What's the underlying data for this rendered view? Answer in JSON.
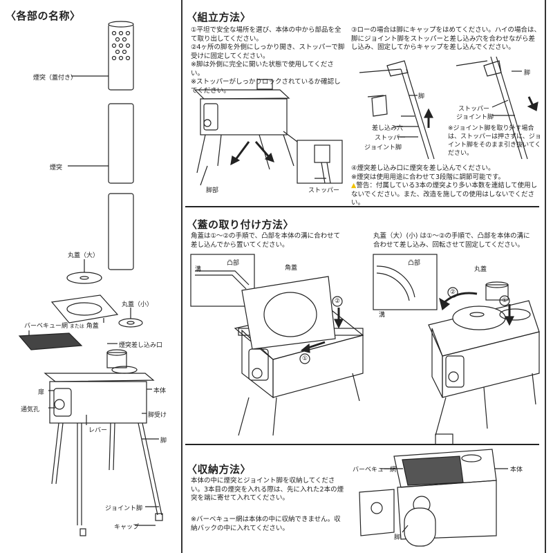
{
  "parts_section": {
    "title": "〈各部の名称〉",
    "labels": {
      "chimney_with_cap": "煙突（蓋付き）",
      "chimney": "煙突",
      "round_lid_large": "丸蓋（大）",
      "round_lid_small": "丸蓋（小）",
      "bbq_net": "バーベキュー網",
      "or": "または",
      "square_lid": "角蓋",
      "chimney_inlet": "煙突差し込み口",
      "door": "扉",
      "body": "本体",
      "vent": "通気孔",
      "leg_receiver": "脚受け",
      "lever": "レバー",
      "leg": "脚",
      "joint_leg": "ジョイント脚",
      "cap": "キャップ"
    }
  },
  "assembly_section": {
    "title": "〈組立方法〉",
    "step1": "①平坦で安全な場所を選び、本体の中から部品を全て取り出してください。",
    "step2": "②4ヶ所の脚を外側にしっかり開き、ストッパーで脚受けに固定してください。",
    "note1": "※脚は外側に完全に開いた状態で使用してください。",
    "note2": "※ストッパーがしっかりロックされているか確認してください。",
    "step3": "③ローの場合は脚にキャップをはめてください。ハイの場合は、脚にジョイント脚をストッパーと差し込み穴を合わせながら差し込み、固定してからキャップを差し込んでください。",
    "labels": {
      "leg_part": "脚部",
      "stopper": "ストッパー",
      "leg": "脚",
      "insert_hole": "差し込み穴",
      "joint_leg": "ジョイント脚"
    },
    "joint_note": "※ジョイント脚を取り外す場合は、ストッパーは押さずに、ジョイント脚をそのまま引き抜いてください。",
    "step4": "④煙突差し込み口に煙突を差し込んでください。",
    "note3": "※煙突は使用用途に合わせて3段階に調節可能です。",
    "warning_label": "警告：",
    "warning_text": "付属している3本の煙突より多い本数を連結して使用しないでください。また、改造を施しての使用はしないでください。"
  },
  "lid_section": {
    "title": "〈蓋の取り付け方法〉",
    "square_text": "角蓋は①～②の手順で、凸部を本体の溝に合わせて差し込んでから置いてください。",
    "round_text": "丸蓋（大）(小) は①～②の手順で、凸部を本体の溝に合わせて差し込み、回転させて固定してください。",
    "labels": {
      "groove": "溝",
      "protrusion": "凸部",
      "square_lid": "角蓋",
      "round_lid": "丸蓋",
      "n1": "①",
      "n2": "②"
    }
  },
  "storage_section": {
    "title": "〈収納方法〉",
    "text1": "本体の中に煙突とジョイント脚を収納してください。3本目の煙突を入れる際は、先に入れた2本の煙突を端に寄せて入れてください。",
    "note": "※バーベキュー網は本体の中に収納できません。収納バックの中に入れてください。",
    "labels": {
      "bbq_net": "バーベキュー網",
      "body": "本体",
      "leg": "脚"
    }
  },
  "colors": {
    "warning": "#f2c200",
    "line": "#222222"
  }
}
